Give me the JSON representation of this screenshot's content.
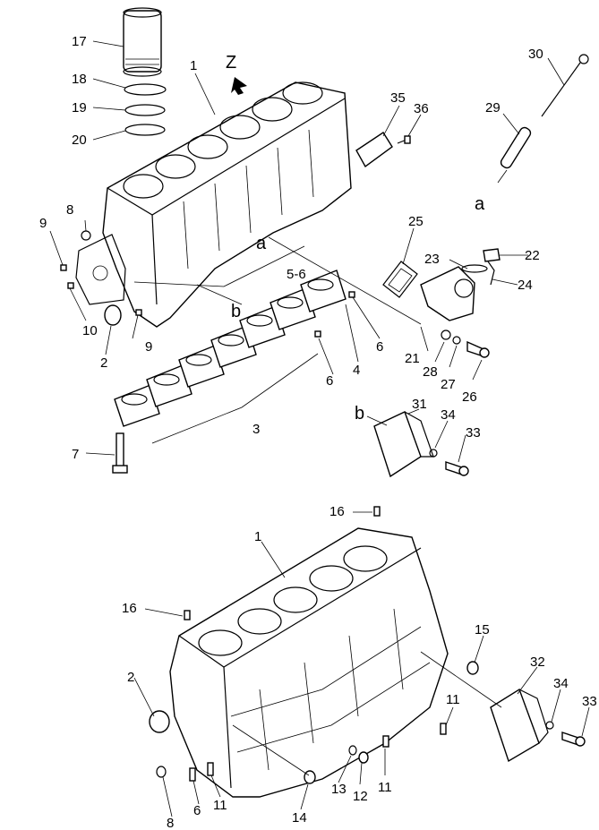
{
  "diagram": {
    "top_view_marker": "Z",
    "ref_a": "a",
    "ref_b": "b",
    "labels": {
      "l1": "1",
      "l2": "2",
      "l3": "3",
      "l4": "4",
      "l5_6": "5-6",
      "l6a": "6",
      "l6b": "6",
      "l7": "7",
      "l8": "8",
      "l9a": "9",
      "l9b": "9",
      "l10": "10",
      "l17": "17",
      "l18": "18",
      "l19": "19",
      "l20": "20",
      "l21": "21",
      "l22": "22",
      "l23": "23",
      "l24": "24",
      "l25": "25",
      "l26": "26",
      "l27": "27",
      "l28": "28",
      "l29": "29",
      "l30": "30",
      "l31": "31",
      "l33": "33",
      "l34": "34",
      "l35": "35",
      "l36": "36",
      "b1": "1",
      "b2": "2",
      "b6": "6",
      "b8": "8",
      "b11a": "11",
      "b11b": "11",
      "b11c": "11",
      "b12": "12",
      "b13": "13",
      "b14": "14",
      "b15": "15",
      "b16a": "16",
      "b16b": "16",
      "b32": "32",
      "b33": "33",
      "b34": "34"
    }
  }
}
